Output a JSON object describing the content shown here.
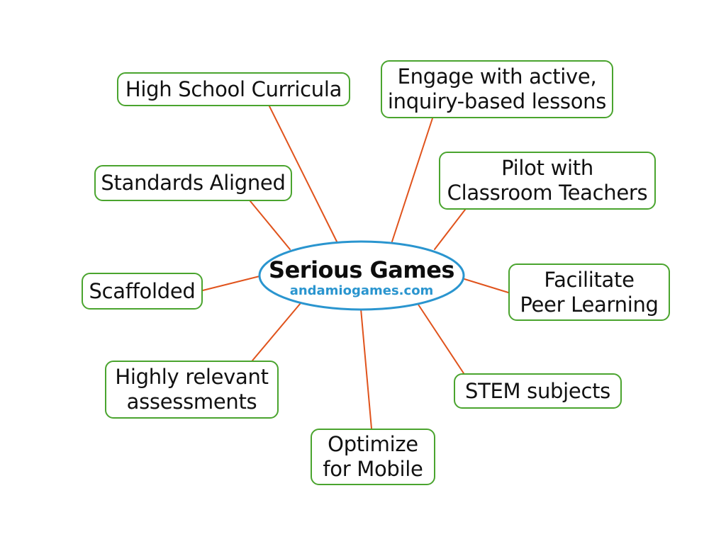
{
  "colors": {
    "node_border": "#4aa42e",
    "connector": "#e0531c",
    "center_border": "#2a95cf",
    "subtitle": "#2a95cf"
  },
  "center": {
    "title": "Serious Games",
    "subtitle": "andamiogames.com"
  },
  "nodes": {
    "high_school": "High School Curricula",
    "engage": "Engage with active,\ninquiry-based lessons",
    "standards": "Standards Aligned",
    "pilot": "Pilot with\nClassroom Teachers",
    "scaffolded": "Scaffolded",
    "facilitate": "Facilitate\nPeer Learning",
    "highly_relevant": "Highly relevant\nassessments",
    "stem": "STEM subjects",
    "optimize": "Optimize\nfor Mobile"
  }
}
